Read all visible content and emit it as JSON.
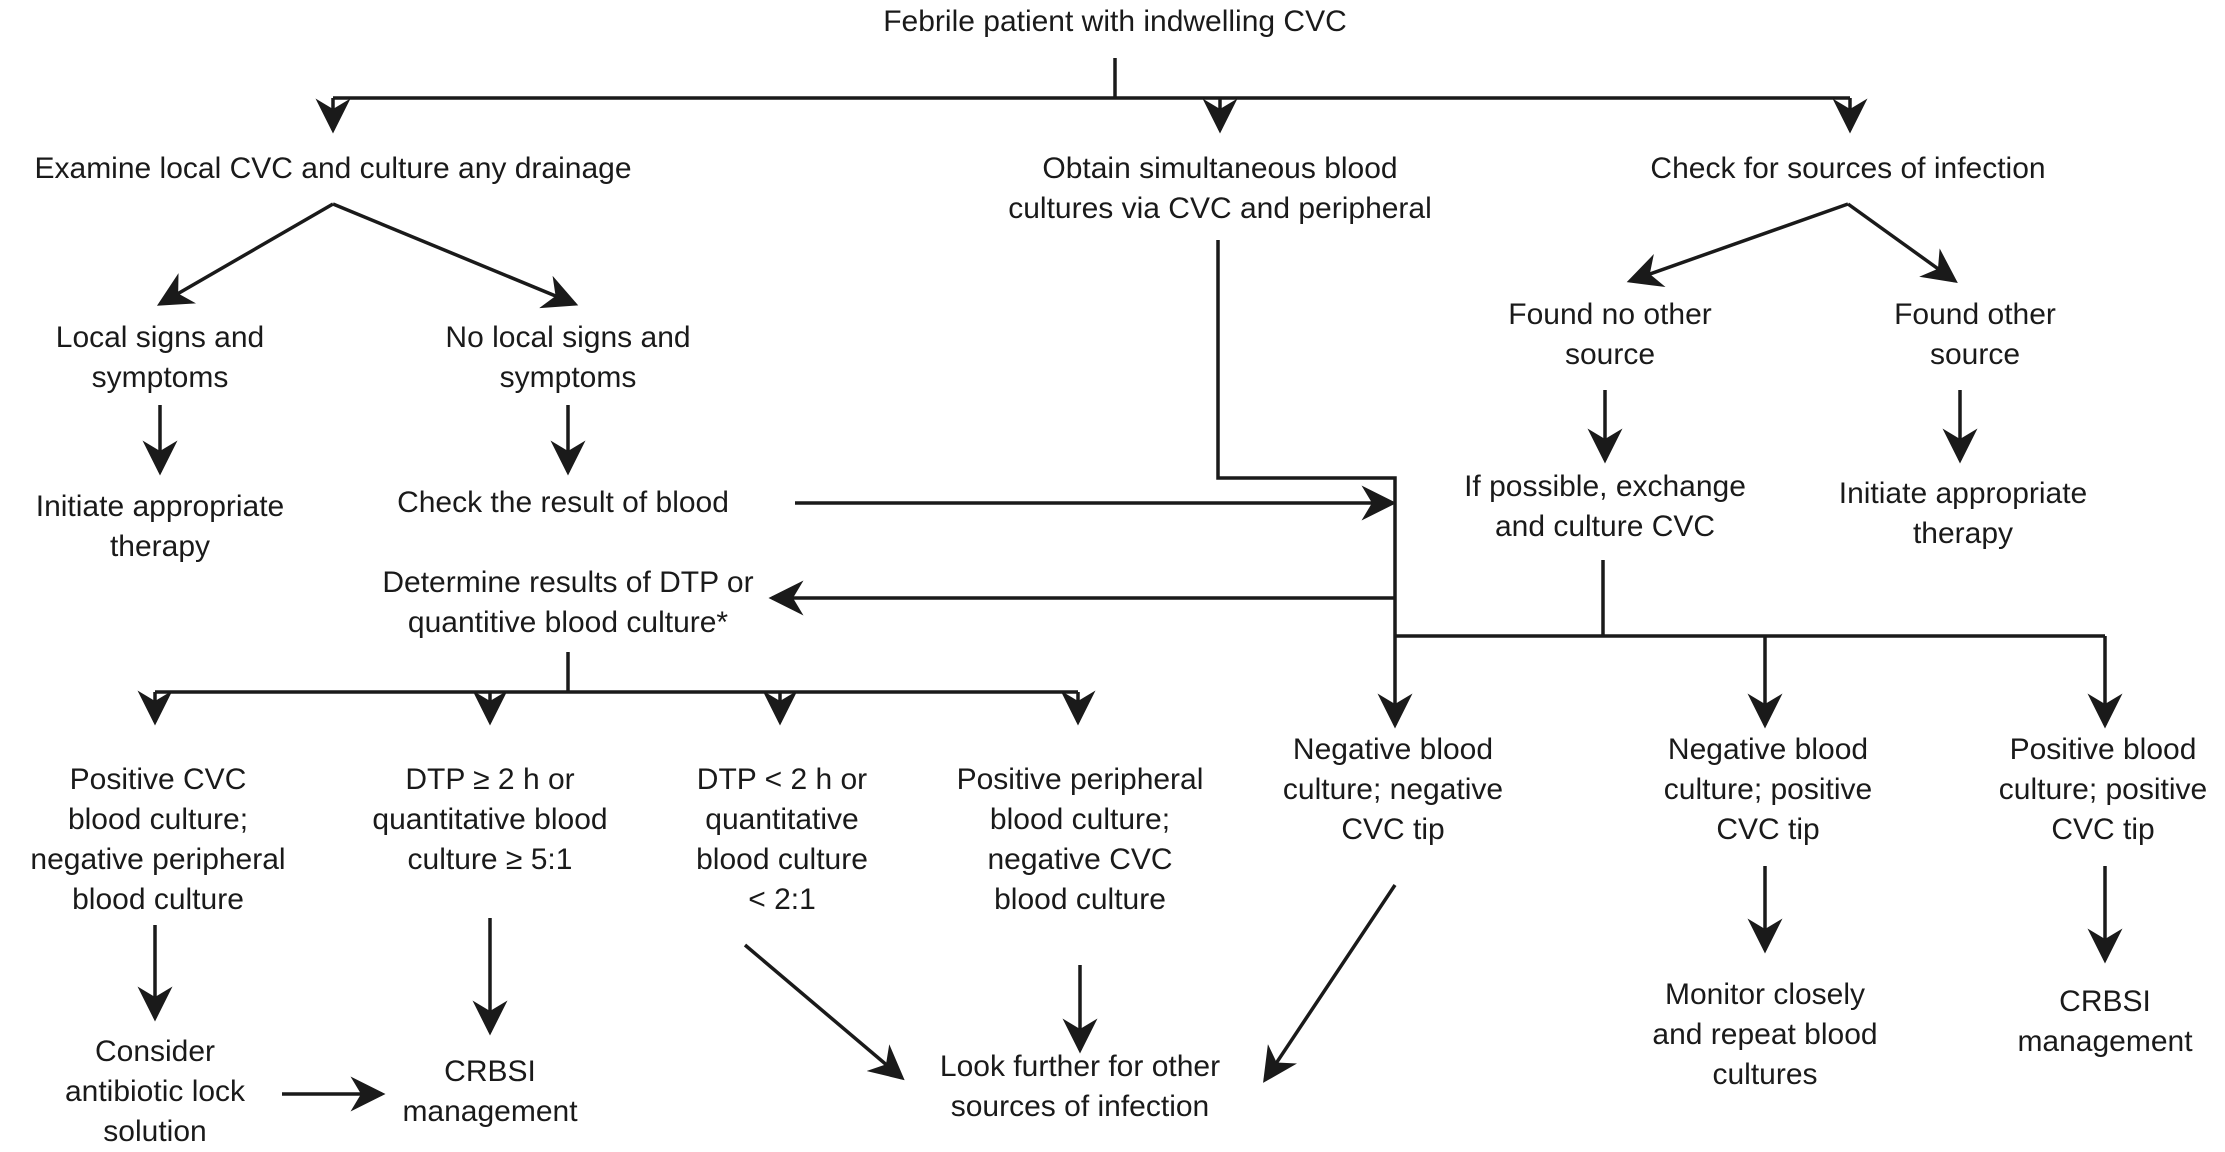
{
  "diagram": {
    "nodes": {
      "root": "Febrile patient with indwelling CVC",
      "examine": "Examine local CVC and culture any drainage",
      "obtain": "Obtain simultaneous blood\ncultures via CVC and peripheral",
      "check_sources": "Check for sources of infection",
      "local_signs": "Local signs and\nsymptoms",
      "no_local_signs": "No local signs and\nsymptoms",
      "initiate_left": "Initiate appropriate\ntherapy",
      "check_result": "Check the result of blood",
      "determine": "Determine results of DTP or\nquantitive blood culture*",
      "found_no_other": "Found no other\nsource",
      "found_other": "Found other\nsource",
      "exchange": "If possible, exchange\nand culture CVC",
      "initiate_right": "Initiate appropriate\ntherapy",
      "pos_cvc": "Positive CVC\nblood culture;\nnegative peripheral\nblood culture",
      "dtp_ge2": "DTP ≥ 2 h or\nquantitative blood\nculture ≥ 5:1",
      "dtp_lt2": "DTP < 2 h or\nquantitative\nblood culture\n< 2:1",
      "pos_peripheral": "Positive peripheral\nblood culture;\nnegative CVC\nblood culture",
      "neg_neg": "Negative blood\nculture; negative\nCVC tip",
      "neg_pos": "Negative blood\nculture; positive\nCVC tip",
      "pos_pos": "Positive blood\nculture; positive\nCVC tip",
      "consider_lock": "Consider\nantibiotic lock\nsolution",
      "crbsi_left": "CRBSI\nmanagement",
      "look_further": "Look further for other\nsources of infection",
      "monitor": "Monitor closely\nand repeat blood\ncultures",
      "crbsi_right": "CRBSI\nmanagement"
    }
  }
}
